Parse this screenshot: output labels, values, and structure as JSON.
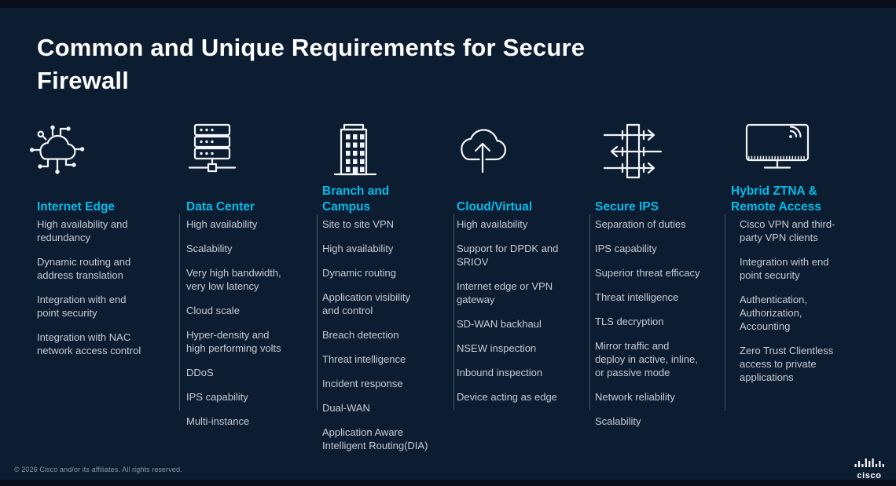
{
  "title": "Common and Unique Requirements for Secure\nFirewall",
  "colors": {
    "bg": "#0c1c31",
    "bar": "#070d19",
    "accent": "#00bceb",
    "title": "#ffffff",
    "body": "#c7ccd3",
    "divider": "#76828f",
    "footer": "#8f96a2",
    "icon": "#f2f5f8"
  },
  "columns": [
    {
      "icon": "cloud-network-icon",
      "title": "Internet Edge",
      "items": [
        "High availability and\nredundancy",
        "Dynamic routing and\naddress translation",
        "Integration with end\npoint security",
        "Integration with NAC\nnetwork access control"
      ]
    },
    {
      "icon": "server-stack-icon",
      "title": "Data Center",
      "items": [
        "High availability",
        "Scalability",
        "Very high bandwidth,\nvery low latency",
        "Cloud scale",
        "Hyper-density and\nhigh performing volts",
        "DDoS",
        "IPS capability",
        "Multi-instance"
      ]
    },
    {
      "icon": "building-icon",
      "title": "Branch and\nCampus",
      "items": [
        "Site to site VPN",
        "High availability",
        "Dynamic routing",
        "Application visibility\nand control",
        "Breach detection",
        "Threat intelligence",
        "Incident response",
        "Dual-WAN",
        "Application Aware\nIntelligent Routing(DIA)"
      ]
    },
    {
      "icon": "cloud-upload-icon",
      "title": "Cloud/Virtual",
      "items": [
        "High availability",
        "Support for DPDK and\nSRIOV",
        "Internet edge or VPN\ngateway",
        "SD-WAN backhaul",
        "NSEW inspection",
        "Inbound inspection",
        "Device acting as edge"
      ]
    },
    {
      "icon": "ips-traffic-icon",
      "title": "Secure IPS",
      "items": [
        "Separation of duties",
        "IPS capability",
        "Superior threat efficacy",
        "Threat intelligence",
        "TLS decryption",
        "Mirror traffic and\ndeploy in active, inline,\nor passive mode",
        "Network reliability",
        "Scalability"
      ]
    },
    {
      "icon": "monitor-wireless-icon",
      "title": "Hybrid ZTNA &\nRemote Access",
      "items": [
        "Cisco VPN and third-\nparty VPN clients",
        "Integration with end\npoint security",
        "Authentication,\nAuthorization,\nAccounting",
        "Zero Trust Clientless\naccess to private\napplications"
      ]
    }
  ],
  "footer": {
    "copyright": "© 2026 Cisco and/or its affiliates. All rights reserved.",
    "logo_text": "cisco"
  }
}
